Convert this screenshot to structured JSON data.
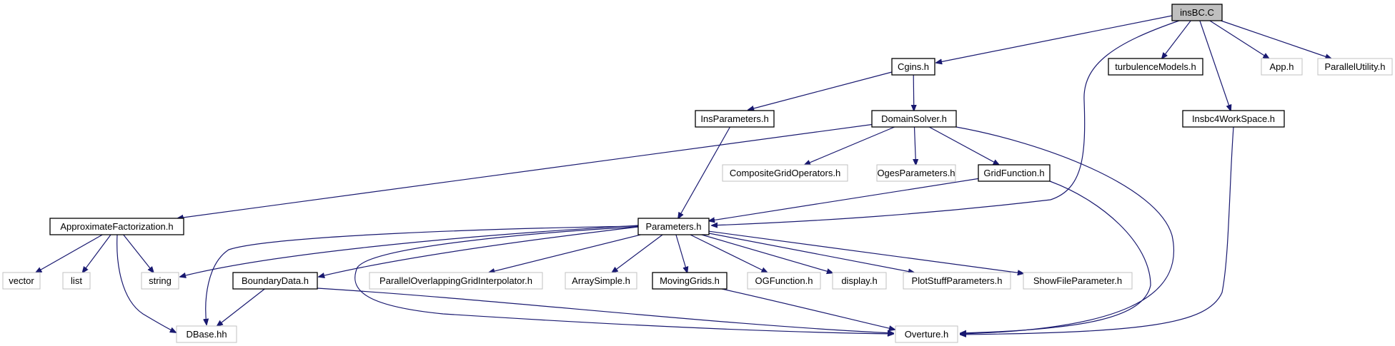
{
  "colors": {
    "edge": "#191970",
    "root_fill": "#bfbfbf",
    "documented_border": "#000000",
    "external_border": "#c0c0c0",
    "background": "#ffffff"
  },
  "nodes": [
    {
      "id": "insBC",
      "label": "insBC.C",
      "kind": "root"
    },
    {
      "id": "Cgins",
      "label": "Cgins.h",
      "kind": "documented"
    },
    {
      "id": "turbulenceModels",
      "label": "turbulenceModels.h",
      "kind": "documented"
    },
    {
      "id": "App",
      "label": "App.h",
      "kind": "external"
    },
    {
      "id": "ParallelUtility",
      "label": "ParallelUtility.h",
      "kind": "external"
    },
    {
      "id": "InsParameters",
      "label": "InsParameters.h",
      "kind": "documented"
    },
    {
      "id": "DomainSolver",
      "label": "DomainSolver.h",
      "kind": "documented"
    },
    {
      "id": "Insbc4WorkSpace",
      "label": "Insbc4WorkSpace.h",
      "kind": "documented"
    },
    {
      "id": "CompositeGridOperators",
      "label": "CompositeGridOperators.h",
      "kind": "external"
    },
    {
      "id": "OgesParameters",
      "label": "OgesParameters.h",
      "kind": "external"
    },
    {
      "id": "GridFunction",
      "label": "GridFunction.h",
      "kind": "documented"
    },
    {
      "id": "ApproximateFactorization",
      "label": "ApproximateFactorization.h",
      "kind": "documented"
    },
    {
      "id": "Parameters",
      "label": "Parameters.h",
      "kind": "documented"
    },
    {
      "id": "vector",
      "label": "vector",
      "kind": "external"
    },
    {
      "id": "list",
      "label": "list",
      "kind": "external"
    },
    {
      "id": "string",
      "label": "string",
      "kind": "external"
    },
    {
      "id": "BoundaryData",
      "label": "BoundaryData.h",
      "kind": "documented"
    },
    {
      "id": "ParallelOverlappingGridInterpolator",
      "label": "ParallelOverlappingGridInterpolator.h",
      "kind": "external"
    },
    {
      "id": "ArraySimple",
      "label": "ArraySimple.h",
      "kind": "external"
    },
    {
      "id": "MovingGrids",
      "label": "MovingGrids.h",
      "kind": "documented"
    },
    {
      "id": "OGFunction",
      "label": "OGFunction.h",
      "kind": "external"
    },
    {
      "id": "display",
      "label": "display.h",
      "kind": "external"
    },
    {
      "id": "PlotStuffParameters",
      "label": "PlotStuffParameters.h",
      "kind": "external"
    },
    {
      "id": "ShowFileParameter",
      "label": "ShowFileParameter.h",
      "kind": "external"
    },
    {
      "id": "DBase",
      "label": "DBase.hh",
      "kind": "external"
    },
    {
      "id": "Overture",
      "label": "Overture.h",
      "kind": "external"
    }
  ],
  "edges": [
    {
      "from": "insBC",
      "to": "Cgins"
    },
    {
      "from": "insBC",
      "to": "turbulenceModels"
    },
    {
      "from": "insBC",
      "to": "App"
    },
    {
      "from": "insBC",
      "to": "ParallelUtility"
    },
    {
      "from": "insBC",
      "to": "Insbc4WorkSpace"
    },
    {
      "from": "insBC",
      "to": "Parameters"
    },
    {
      "from": "Cgins",
      "to": "InsParameters"
    },
    {
      "from": "Cgins",
      "to": "DomainSolver"
    },
    {
      "from": "InsParameters",
      "to": "Parameters"
    },
    {
      "from": "DomainSolver",
      "to": "ApproximateFactorization"
    },
    {
      "from": "DomainSolver",
      "to": "CompositeGridOperators"
    },
    {
      "from": "DomainSolver",
      "to": "OgesParameters"
    },
    {
      "from": "DomainSolver",
      "to": "GridFunction"
    },
    {
      "from": "DomainSolver",
      "to": "Overture"
    },
    {
      "from": "GridFunction",
      "to": "Parameters"
    },
    {
      "from": "GridFunction",
      "to": "Overture"
    },
    {
      "from": "Insbc4WorkSpace",
      "to": "Overture"
    },
    {
      "from": "ApproximateFactorization",
      "to": "vector"
    },
    {
      "from": "ApproximateFactorization",
      "to": "list"
    },
    {
      "from": "ApproximateFactorization",
      "to": "string"
    },
    {
      "from": "ApproximateFactorization",
      "to": "DBase"
    },
    {
      "from": "Parameters",
      "to": "string"
    },
    {
      "from": "Parameters",
      "to": "DBase"
    },
    {
      "from": "Parameters",
      "to": "BoundaryData"
    },
    {
      "from": "Parameters",
      "to": "ParallelOverlappingGridInterpolator"
    },
    {
      "from": "Parameters",
      "to": "ArraySimple"
    },
    {
      "from": "Parameters",
      "to": "MovingGrids"
    },
    {
      "from": "Parameters",
      "to": "OGFunction"
    },
    {
      "from": "Parameters",
      "to": "display"
    },
    {
      "from": "Parameters",
      "to": "PlotStuffParameters"
    },
    {
      "from": "Parameters",
      "to": "ShowFileParameter"
    },
    {
      "from": "Parameters",
      "to": "Overture"
    },
    {
      "from": "BoundaryData",
      "to": "DBase"
    },
    {
      "from": "BoundaryData",
      "to": "Overture"
    },
    {
      "from": "MovingGrids",
      "to": "Overture"
    }
  ]
}
